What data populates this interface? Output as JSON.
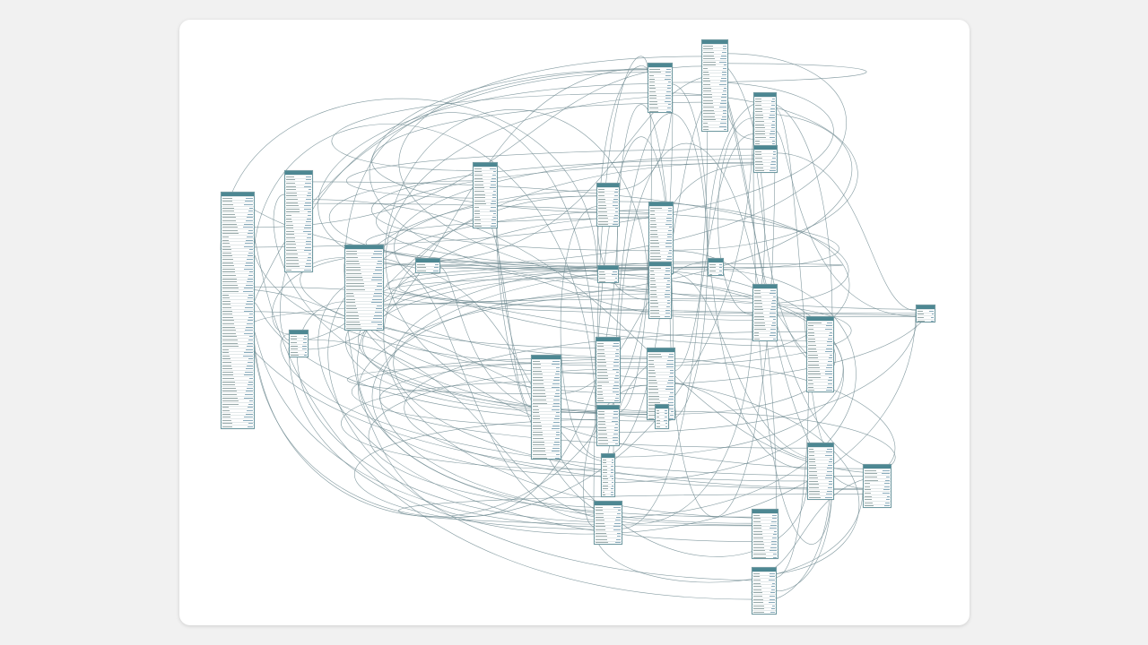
{
  "diagram": {
    "header_color": "#4d8792",
    "edge_color": "#6e8a90",
    "tables": [
      {
        "id": "t1",
        "rows": 72
      },
      {
        "id": "t2",
        "rows": 30
      },
      {
        "id": "t3",
        "rows": 7
      },
      {
        "id": "t4",
        "rows": 25
      },
      {
        "id": "t5",
        "rows": 3
      },
      {
        "id": "t6",
        "rows": 19
      },
      {
        "id": "t7",
        "rows": 12
      },
      {
        "id": "t8",
        "rows": 4
      },
      {
        "id": "t9",
        "rows": 31
      },
      {
        "id": "t10",
        "rows": 19
      },
      {
        "id": "t11",
        "rows": 11
      },
      {
        "id": "t12",
        "rows": 12
      },
      {
        "id": "t13",
        "rows": 12
      },
      {
        "id": "t14",
        "rows": 21
      },
      {
        "id": "t15",
        "rows": 16
      },
      {
        "id": "t16",
        "rows": 21
      },
      {
        "id": "t17",
        "rows": 6
      },
      {
        "id": "t18",
        "rows": 4
      },
      {
        "id": "t19",
        "rows": 14
      },
      {
        "id": "t20",
        "rows": 27
      },
      {
        "id": "t21",
        "rows": 21
      },
      {
        "id": "t22",
        "rows": 7
      },
      {
        "id": "t23",
        "rows": 16
      },
      {
        "id": "t24",
        "rows": 22
      },
      {
        "id": "t25",
        "rows": 16
      },
      {
        "id": "t26",
        "rows": 12
      },
      {
        "id": "t27",
        "rows": 4
      },
      {
        "id": "t28",
        "rows": 14
      },
      {
        "id": "t29",
        "rows": 13
      },
      {
        "id": "t30",
        "rows": 11
      }
    ]
  }
}
